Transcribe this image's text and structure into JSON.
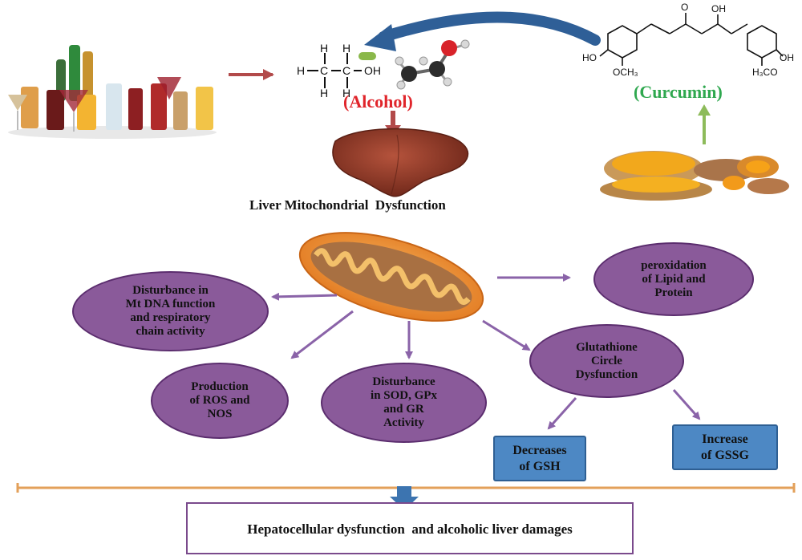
{
  "labels": {
    "alcohol": "(Alcohol)",
    "curcumin": "(Curcumin)",
    "liver_dysfunction": "Liver Mitochondrial  Dysfunction",
    "ethanol_h": "H",
    "ethanol_c": "C",
    "ethanol_oh": "OH",
    "curcumin_o": "O",
    "curcumin_oh_top": "OH",
    "curcumin_ho_left": "HO",
    "curcumin_och3": "OCH₃",
    "curcumin_h3co": "H₃CO",
    "curcumin_oh_right": "OH"
  },
  "effects": {
    "mtdna": "Disturbance in\nMt DNA function\nand respiratory\nchain activity",
    "ros": "Production\nof ROS and\nNOS",
    "sod": "Disturbance\nin SOD, GPx\nand GR\nActivity",
    "glutathione": "Glutathione\nCircle\nDysfunction",
    "peroxidation": "peroxidation\nof Lipid and\nProtein"
  },
  "outcomes": {
    "gsh": "Decreases\nof GSH",
    "gssg": "Increase\nof GSSG"
  },
  "final": "Hepatocellular dysfunction  and alcoholic liver damages",
  "colors": {
    "alcohol_red": "#e0252b",
    "curcumin_green": "#2fa84f",
    "ellipse_fill": "#8a5a9a",
    "box_blue": "#4d88c4",
    "bracket_orange": "#e3a05a",
    "arrow_purple": "#8a63a8"
  }
}
